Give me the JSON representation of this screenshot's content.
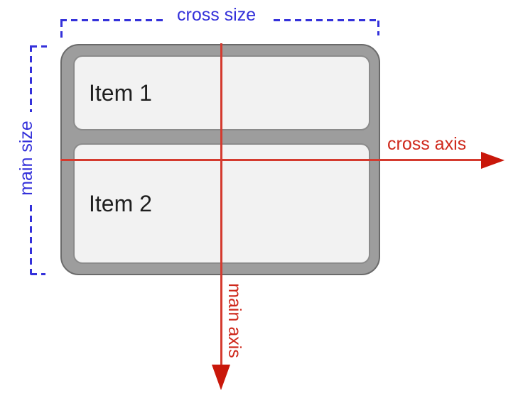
{
  "labels": {
    "cross_size": "cross size",
    "main_size": "main size",
    "cross_axis": "cross axis",
    "main_axis": "main axis"
  },
  "flex_container": {
    "items": [
      {
        "label": "Item 1"
      },
      {
        "label": "Item 2"
      }
    ]
  },
  "colors": {
    "annotation_blue": "#3431da",
    "axis_red": "#d43a2e",
    "axis_red_text": "#cf291c",
    "arrow_red": "#c9170a",
    "container_fill": "#9d9d9d",
    "container_border": "#6a6a6a",
    "item_fill": "#f2f2f2",
    "item_border": "#8b8b8b",
    "item_text": "#1f1f1f"
  }
}
